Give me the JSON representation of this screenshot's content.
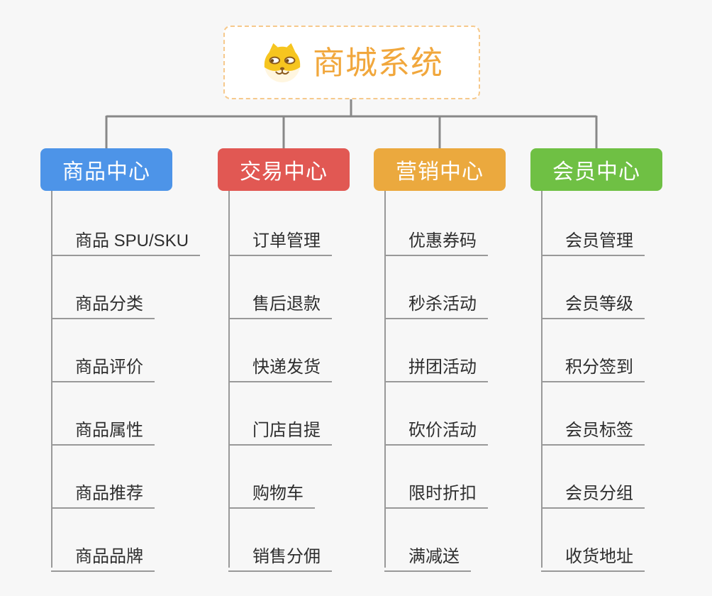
{
  "root": {
    "title": "商城系统",
    "icon": "shiba-dog-icon",
    "title_color": "#F1A73C",
    "border_color": "#F6C98C",
    "background": "#FFFFFF"
  },
  "branches": [
    {
      "label": "商品中心",
      "color": "#4D94E8",
      "items": [
        "商品 SPU/SKU",
        "商品分类",
        "商品评价",
        "商品属性",
        "商品推荐",
        "商品品牌"
      ]
    },
    {
      "label": "交易中心",
      "color": "#E15853",
      "items": [
        "订单管理",
        "售后退款",
        "快递发货",
        "门店自提",
        "购物车",
        "销售分佣"
      ]
    },
    {
      "label": "营销中心",
      "color": "#EBA93E",
      "items": [
        "优惠券码",
        "秒杀活动",
        "拼团活动",
        "砍价活动",
        "限时折扣",
        "满减送"
      ]
    },
    {
      "label": "会员中心",
      "color": "#6FC044",
      "items": [
        "会员管理",
        "会员等级",
        "积分签到",
        "会员标签",
        "会员分组",
        "收货地址"
      ]
    }
  ],
  "colors": {
    "background": "#F7F7F7",
    "connector": "#888888",
    "item_line": "#999999",
    "item_text": "#2E2E2E",
    "header_text": "#FFFFFF"
  }
}
